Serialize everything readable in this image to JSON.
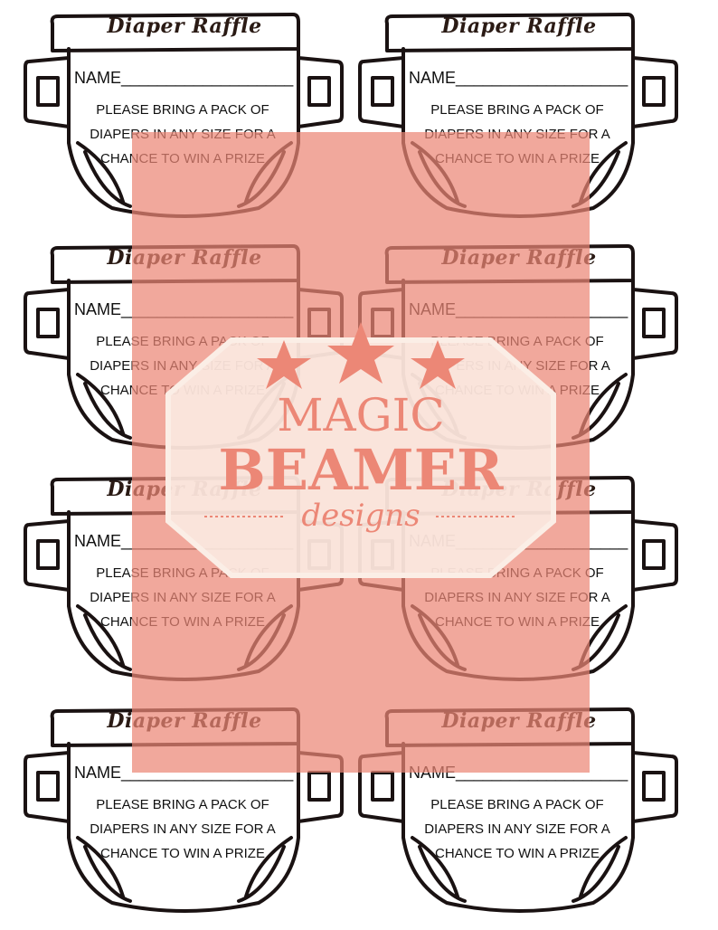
{
  "cards": [
    {
      "title": "Diaper Raffle",
      "name_label": "NAME___________________",
      "line1": "PLEASE BRING A PACK OF",
      "line2": "DIAPERS IN ANY SIZE FOR A",
      "line3": "CHANCE TO WIN A PRIZE"
    },
    {
      "title": "Diaper Raffle",
      "name_label": "NAME___________________",
      "line1": "PLEASE BRING A PACK OF",
      "line2": "DIAPERS IN ANY SIZE FOR A",
      "line3": "CHANCE TO WIN A PRIZE"
    },
    {
      "title": "Diaper Raffle",
      "name_label": "NAME___________________",
      "line1": "PLEASE BRING A PACK OF",
      "line2": "DIAPERS IN ANY SIZE FOR A",
      "line3": "CHANCE TO WIN A PRIZE"
    },
    {
      "title": "Diaper Raffle",
      "name_label": "NAME___________________",
      "line1": "PLEASE BRING A PACK OF",
      "line2": "DIAPERS IN ANY SIZE FOR A",
      "line3": "CHANCE TO WIN A PRIZE"
    },
    {
      "title": "Diaper Raffle",
      "name_label": "NAME___________________",
      "line1": "PLEASE BRING A PACK OF",
      "line2": "DIAPERS IN ANY SIZE FOR A",
      "line3": "CHANCE TO WIN A PRIZE"
    },
    {
      "title": "Diaper Raffle",
      "name_label": "NAME___________________",
      "line1": "PLEASE BRING A PACK OF",
      "line2": "DIAPERS IN ANY SIZE FOR A",
      "line3": "CHANCE TO WIN A PRIZE"
    },
    {
      "title": "Diaper Raffle",
      "name_label": "NAME___________________",
      "line1": "PLEASE BRING A PACK OF",
      "line2": "DIAPERS IN ANY SIZE FOR A",
      "line3": "CHANCE TO WIN A PRIZE"
    },
    {
      "title": "Diaper Raffle",
      "name_label": "NAME___________________",
      "line1": "PLEASE BRING A PACK OF",
      "line2": "DIAPERS IN ANY SIZE FOR A",
      "line3": "CHANCE TO WIN A PRIZE"
    }
  ],
  "watermark": {
    "line1": "MAGIC",
    "line2": "BEAMER",
    "line3": "designs",
    "color": "#ec8776"
  },
  "colors": {
    "outline": "#1a1212",
    "title": "#2a1a14"
  }
}
